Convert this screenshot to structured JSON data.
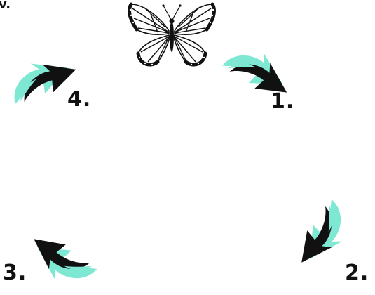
{
  "corner_fragment": "v.",
  "steps": [
    {
      "label": "1."
    },
    {
      "label": "2."
    },
    {
      "label": "3."
    },
    {
      "label": "4."
    }
  ],
  "colors": {
    "accent": "#7ee8d2",
    "ink": "#111111"
  }
}
